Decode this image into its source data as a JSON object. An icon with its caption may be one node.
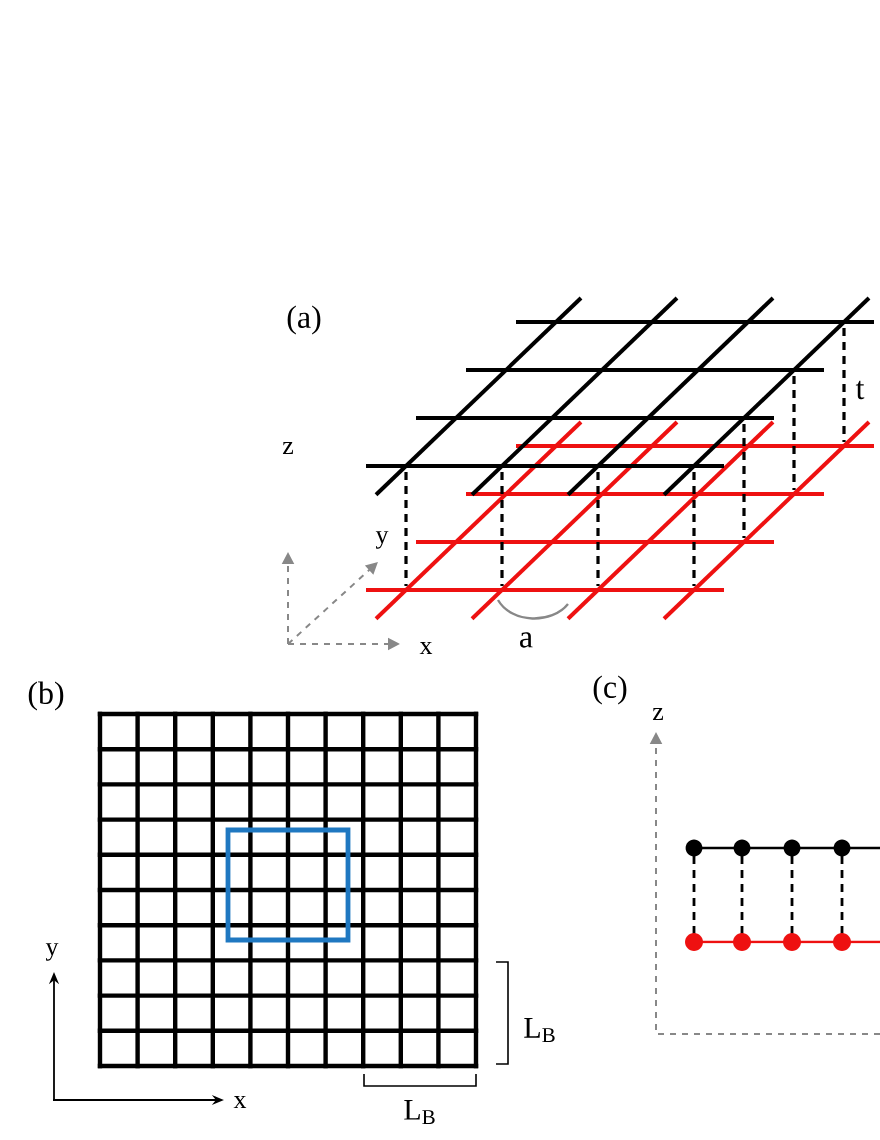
{
  "diagram": {
    "labels": [
      "(a)",
      "t",
      "z",
      "y",
      "x",
      "a",
      "(b)",
      "y",
      "x",
      "L$_{B}$",
      "L$_{B}$",
      "(c)",
      "z"
    ]
  }
}
